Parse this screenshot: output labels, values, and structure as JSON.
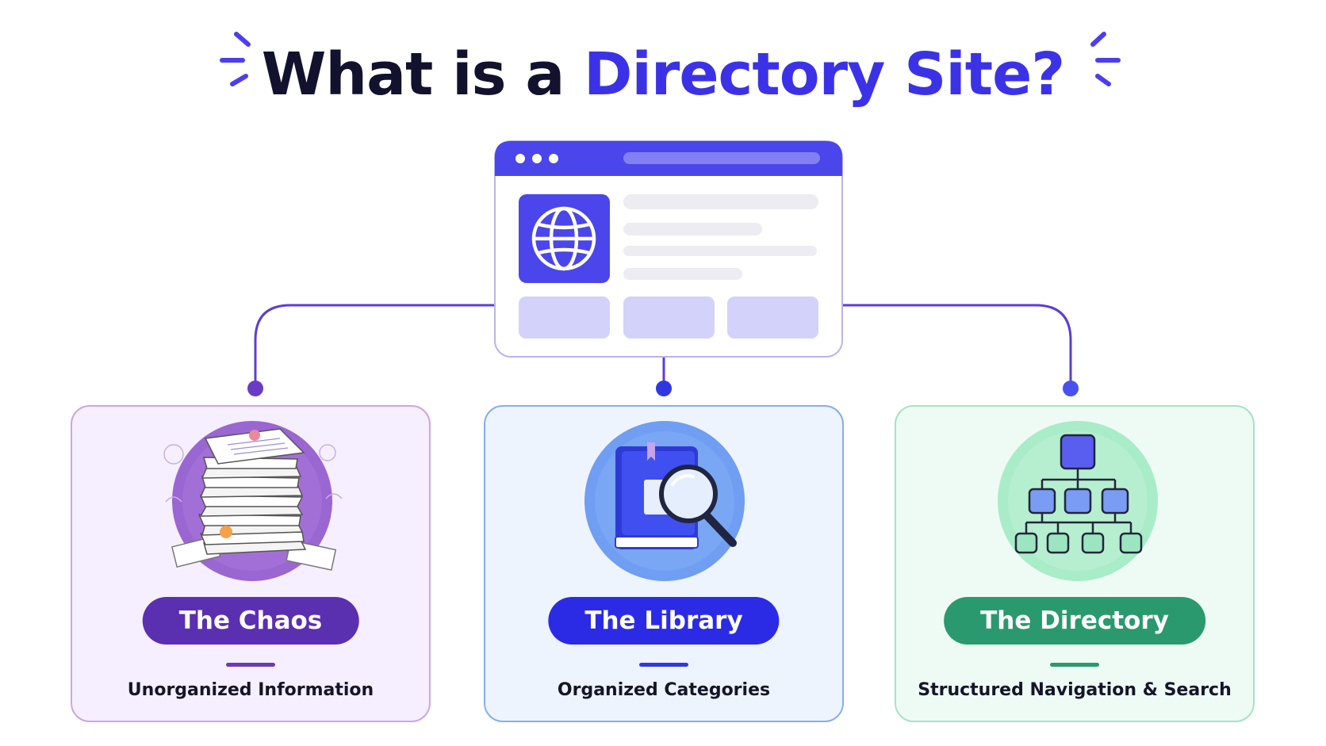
{
  "title": {
    "part1": "What is a",
    "part2": "Directory Site?"
  },
  "cards": [
    {
      "label": "The Chaos",
      "caption": "Unorganized Information"
    },
    {
      "label": "The Library",
      "caption": "Organized Categories"
    },
    {
      "label": "The Directory",
      "caption": "Structured Navigation & Search"
    }
  ],
  "colors": {
    "accent": "#3b32e8",
    "chaos": "#5a2fb0",
    "library": "#2b2be6",
    "directory": "#2a9a6e"
  }
}
